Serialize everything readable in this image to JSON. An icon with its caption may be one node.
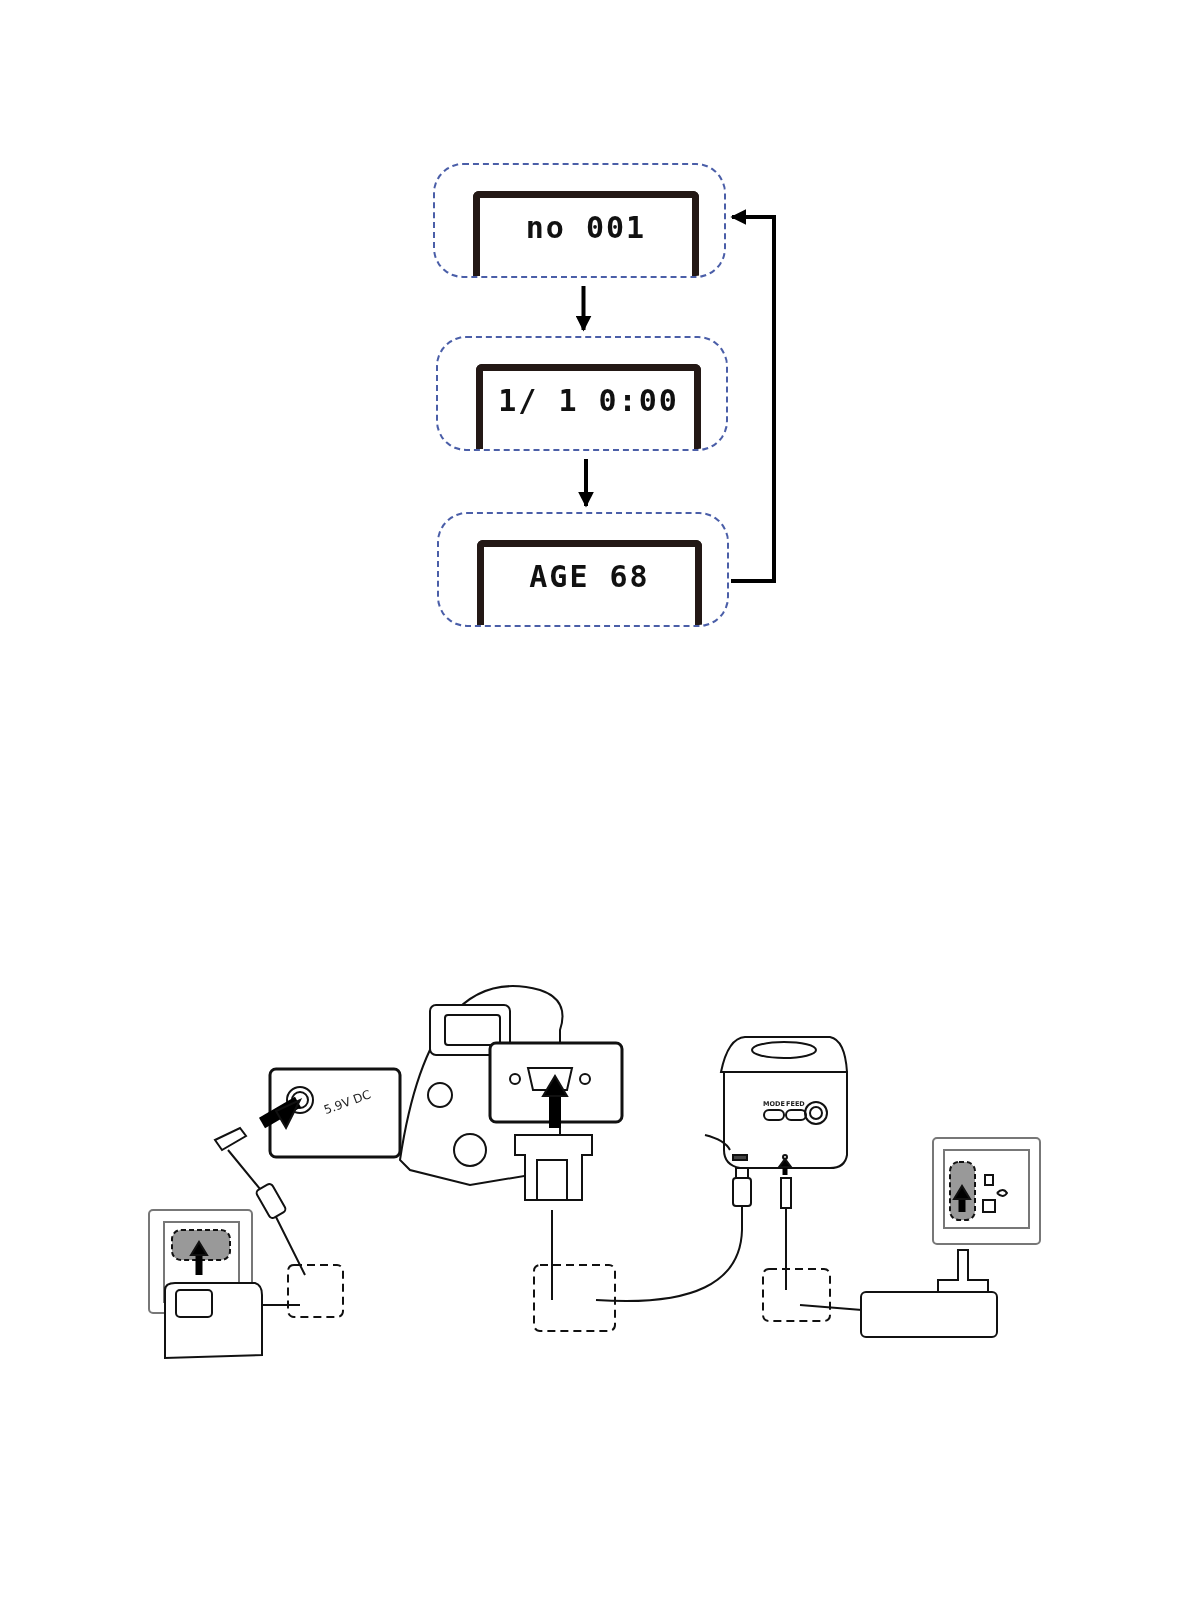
{
  "diagram": {
    "nodes": [
      {
        "text": [
          "no 001"
        ]
      },
      {
        "text": [
          "1/ 1 0:00"
        ]
      },
      {
        "text": [
          "AGE 68"
        ]
      }
    ],
    "edges": [
      {
        "from": 0,
        "to": 1,
        "arrow": "to"
      },
      {
        "from": 1,
        "to": 2,
        "arrow": "to"
      },
      {
        "from": 2,
        "to": 0,
        "arrow": "to"
      }
    ],
    "labels": [
      "5.9V DC",
      "MODE",
      "FEED"
    ]
  }
}
